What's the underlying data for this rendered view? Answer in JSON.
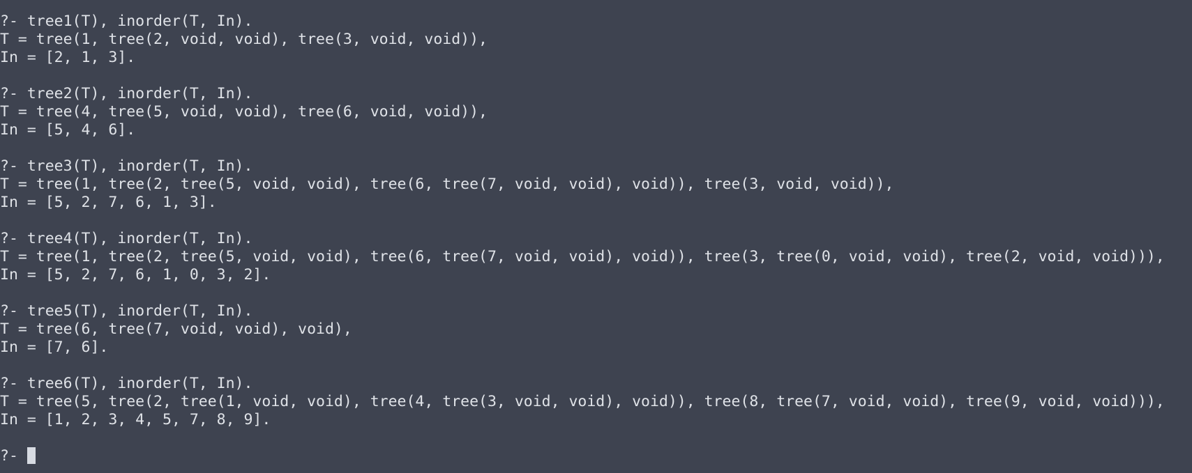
{
  "terminal": {
    "lines": [
      "?- tree1(T), inorder(T, In).",
      "T = tree(1, tree(2, void, void), tree(3, void, void)),",
      "In = [2, 1, 3].",
      "",
      "?- tree2(T), inorder(T, In).",
      "T = tree(4, tree(5, void, void), tree(6, void, void)),",
      "In = [5, 4, 6].",
      "",
      "?- tree3(T), inorder(T, In).",
      "T = tree(1, tree(2, tree(5, void, void), tree(6, tree(7, void, void), void)), tree(3, void, void)),",
      "In = [5, 2, 7, 6, 1, 3].",
      "",
      "?- tree4(T), inorder(T, In).",
      "T = tree(1, tree(2, tree(5, void, void), tree(6, tree(7, void, void), void)), tree(3, tree(0, void, void), tree(2, void, void))),",
      "In = [5, 2, 7, 6, 1, 0, 3, 2].",
      "",
      "?- tree5(T), inorder(T, In).",
      "T = tree(6, tree(7, void, void), void),",
      "In = [7, 6].",
      "",
      "?- tree6(T), inorder(T, In).",
      "T = tree(5, tree(2, tree(1, void, void), tree(4, tree(3, void, void), void)), tree(8, tree(7, void, void), tree(9, void, void))),",
      "In = [1, 2, 3, 4, 5, 7, 8, 9].",
      ""
    ],
    "prompt": "?- "
  },
  "colors": {
    "background": "#3e4350",
    "text": "#dfe2e7",
    "cursor": "#d7dbe2"
  }
}
